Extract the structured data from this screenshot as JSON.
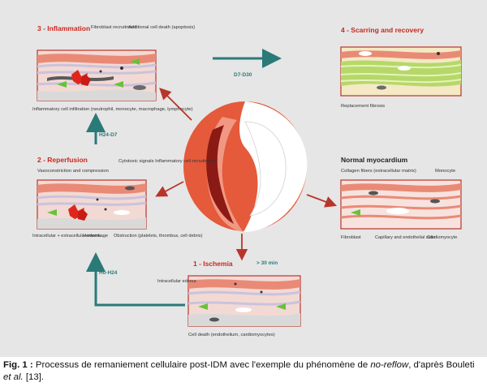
{
  "stages": {
    "inflammation": {
      "title": "3 - Inflammation",
      "top_labels": [
        "Fibroblast recruitment",
        "Additional cell death (apoptosis)"
      ],
      "bottom_label": "Inflammatory cell infiltration (neutrophil, monocyte, macrophage, lymphocyte)"
    },
    "scarring": {
      "title": "4 - Scarring and recovery",
      "bottom_label": "Replacement fibrosis"
    },
    "reperfusion": {
      "title": "2 - Reperfusion",
      "top_left_label": "Vasoconstriction and compression",
      "top_right_label": "Cytotoxic signals Inflammatory cell recruitment",
      "bottom_labels": [
        "Intracellular + extracellular edema",
        "Hemorrhage",
        "Obstruction (platelets, thrombus, cell debris)"
      ]
    },
    "normal": {
      "title": "Normal myocardium",
      "top_labels": [
        "Collagen fibers (extracellular matrix)",
        "Monocyte"
      ],
      "bottom_labels": [
        "Fibroblast",
        "Capillary and endothelial cells",
        "Cardiomyocyte"
      ]
    },
    "ischemia": {
      "title": "1 - Ischemia",
      "side_label": "Intracellular edema",
      "bottom_label": "Cell death (endothelium, cardiomyocytes)"
    }
  },
  "arrows": {
    "d7_d30": "D7-D30",
    "h24_d7": "H24-D7",
    "h0_h24": "H0-H24",
    "over_30": "> 30 min"
  },
  "caption": {
    "label": "Fig. 1 :",
    "text_a": " Processus de remaniement cellulaire post-IDM avec l'exemple du phénomène de ",
    "italic_a": "no-reflow",
    "text_b": ", d'après Bouleti ",
    "italic_b": "et al.",
    "text_c": " [13]."
  },
  "colors": {
    "background": "#e6e6e6",
    "title_red": "#c8281e",
    "teal": "#2a7a78",
    "heart": "#e45a3a",
    "infarct_dark": "#8c1a14",
    "fibrosis_green": "#b5d86a"
  }
}
